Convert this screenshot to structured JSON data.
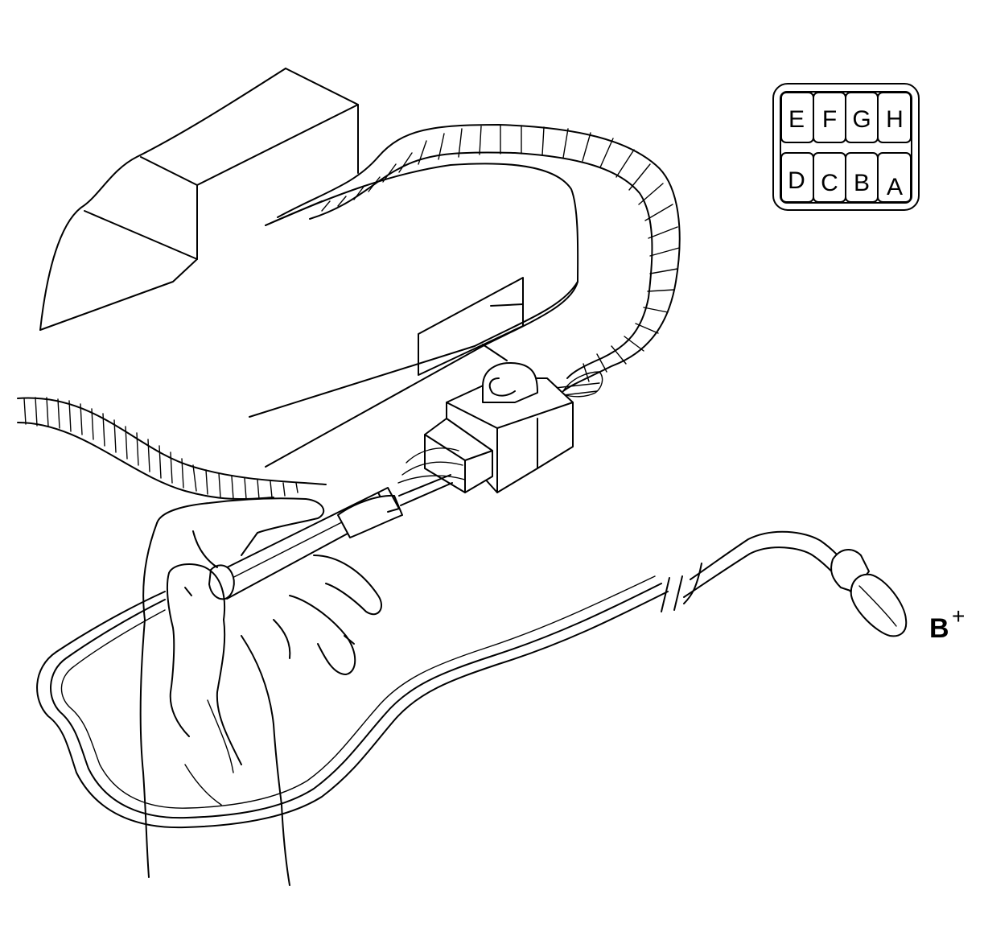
{
  "connector_pinout": {
    "top_row": [
      "E",
      "F",
      "G",
      "H"
    ],
    "bottom_row": [
      "D",
      "C",
      "B",
      "A"
    ]
  },
  "test_lead": {
    "terminal_label": "B",
    "terminal_superscript": "+"
  }
}
